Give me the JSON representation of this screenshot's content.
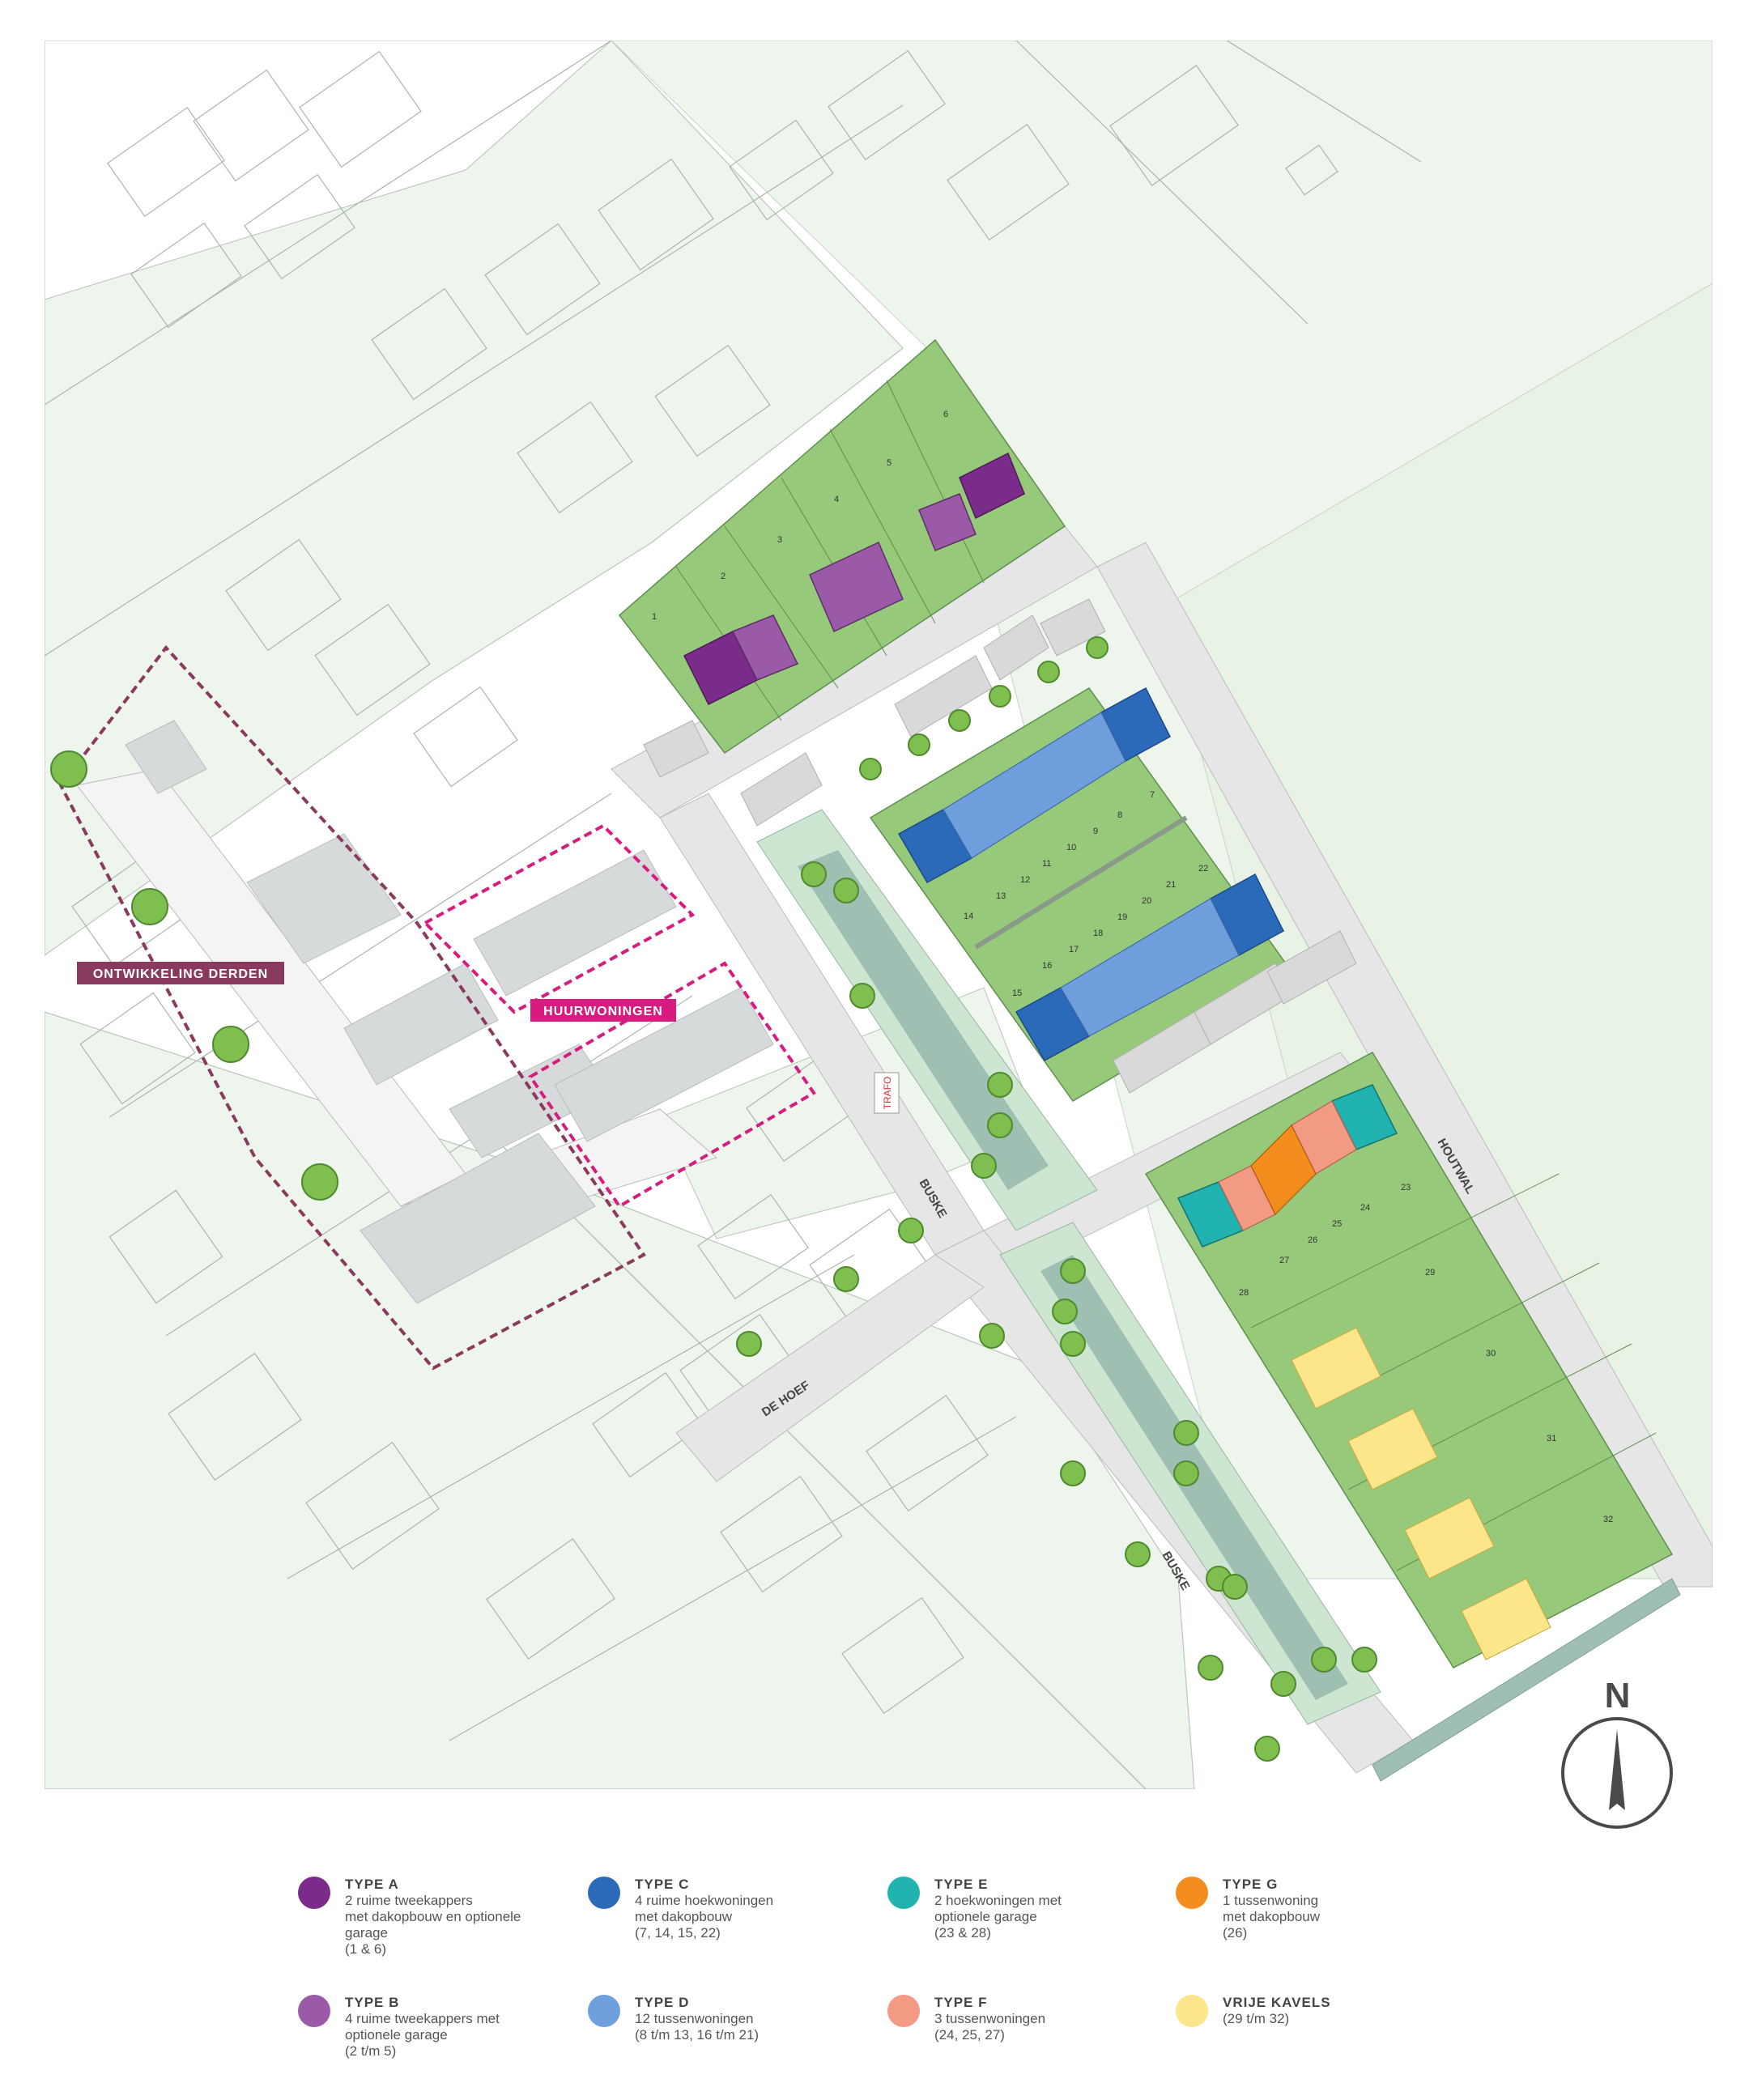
{
  "map": {
    "labels": {
      "ontwikkeling": "ONTWIKKELING DERDEN",
      "huurwoningen": "HUURWONINGEN",
      "trafo": "TRAFO",
      "street_buske_1": "BUSKE",
      "street_buske_2": "BUSKE",
      "street_dehoef": "DE HOEF",
      "street_houtwal": "HOUTWAL"
    },
    "plot_numbers": [
      "1",
      "2",
      "3",
      "4",
      "5",
      "6",
      "7",
      "8",
      "9",
      "10",
      "11",
      "12",
      "13",
      "14",
      "15",
      "16",
      "17",
      "18",
      "19",
      "20",
      "21",
      "22",
      "23",
      "24",
      "25",
      "26",
      "27",
      "28",
      "29",
      "30",
      "31",
      "32"
    ],
    "compass_label": "N",
    "colors": {
      "green_plot": "#97c97a",
      "background_plot": "#eef5ec",
      "road": "#e6e6e6",
      "water": "#9fbfb3",
      "park": "#cde6d1",
      "ontwikkeling": "#8a3a5c",
      "huurwoningen": "#d81b7f"
    }
  },
  "legend": [
    {
      "title": "TYPE A",
      "desc": "2 ruime tweekappers\nmet dakopbouw en optionele\ngarage",
      "plots": "(1 & 6)",
      "color": "#7b2b8a"
    },
    {
      "title": "TYPE C",
      "desc": "4 ruime hoekwoningen\nmet dakopbouw",
      "plots": "(7, 14, 15, 22)",
      "color": "#2b6ab8"
    },
    {
      "title": "TYPE E",
      "desc": "2 hoekwoningen met\noptionele garage",
      "plots": "(23 & 28)",
      "color": "#21b3b0"
    },
    {
      "title": "TYPE G",
      "desc": "1 tussenwoning\nmet dakopbouw",
      "plots": "(26)",
      "color": "#f28c1c"
    },
    {
      "title": "TYPE B",
      "desc": "4 ruime tweekappers met\noptionele garage",
      "plots": "(2 t/m 5)",
      "color": "#9b5aa8"
    },
    {
      "title": "TYPE D",
      "desc": "12 tussenwoningen",
      "plots": "(8 t/m 13, 16 t/m 21)",
      "color": "#6f9fdc"
    },
    {
      "title": "TYPE F",
      "desc": "3 tussenwoningen",
      "plots": "(24, 25, 27)",
      "color": "#f29a84"
    },
    {
      "title": "VRIJE KAVELS",
      "desc": "",
      "plots": "(29 t/m 32)",
      "color": "#fde68a"
    }
  ]
}
